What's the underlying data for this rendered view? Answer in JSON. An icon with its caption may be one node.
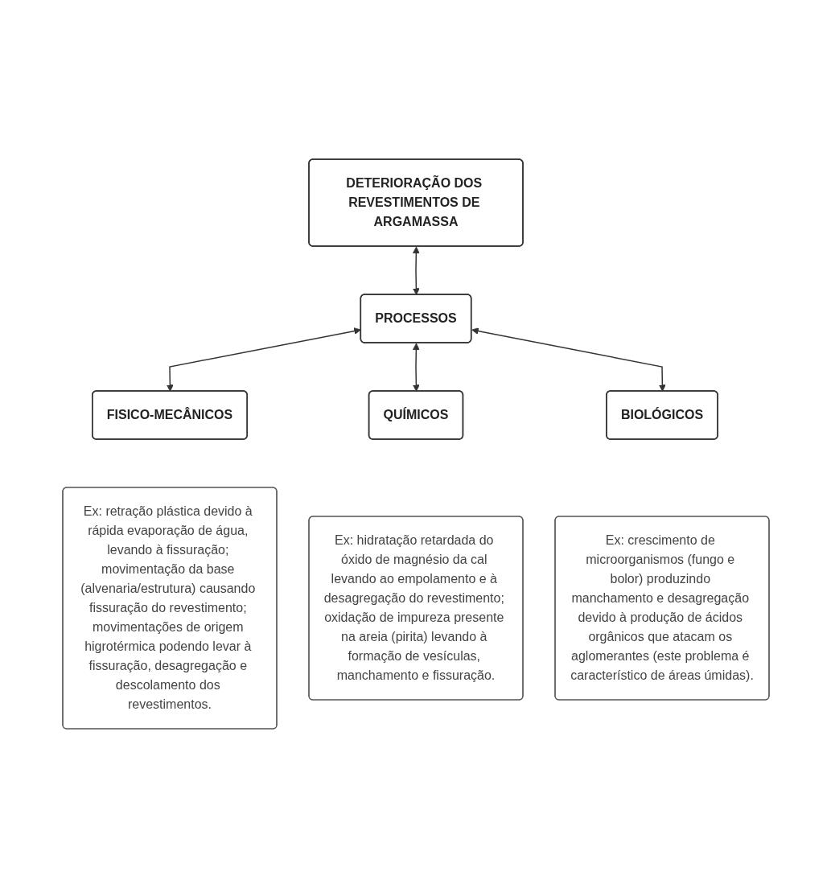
{
  "diagram": {
    "nodes": [
      {
        "text": [
          "DETERIORAÇÃO DOS REVESTIMENTOS DE ARGAMASSA"
        ]
      },
      {
        "text": [
          "PROCESSOS"
        ]
      },
      {
        "text": [
          "FISICO-MECÂNICOS"
        ]
      },
      {
        "text": [
          "QUÍMICOS"
        ]
      },
      {
        "text": [
          "BIOLÓGICOS"
        ]
      },
      {
        "text": [
          "Ex: retração plástica devido à rápida evaporação de água, levando à fissuração; movimentação da base (alvenaria/estrutura) causando fissuração do revestimento; movimentações de origem higrotérmica podendo levar à fissuração, desagregação e descolamento dos revestimentos."
        ]
      },
      {
        "text": [
          "Ex: hidratação retardada do óxido de magnésio da cal levando ao empolamento e à desagregação do revestimento; oxidação de impureza presente na areia (pirita) levando à formação de vesículas, manchamento e fissuração."
        ]
      },
      {
        "text": [
          "Ex: crescimento de microorganismos (fungo e bolor) produzindo manchamento e desagregação devido à produção de ácidos orgânicos que atacam os aglomerantes (este problema é característico de áreas úmidas)."
        ]
      }
    ],
    "edges": [
      {
        "from": 0,
        "to": 1,
        "arrow": "both"
      },
      {
        "from": 1,
        "to": 2,
        "arrow": "both"
      },
      {
        "from": 1,
        "to": 3,
        "arrow": "both"
      },
      {
        "from": 1,
        "to": 4,
        "arrow": "both"
      }
    ]
  }
}
